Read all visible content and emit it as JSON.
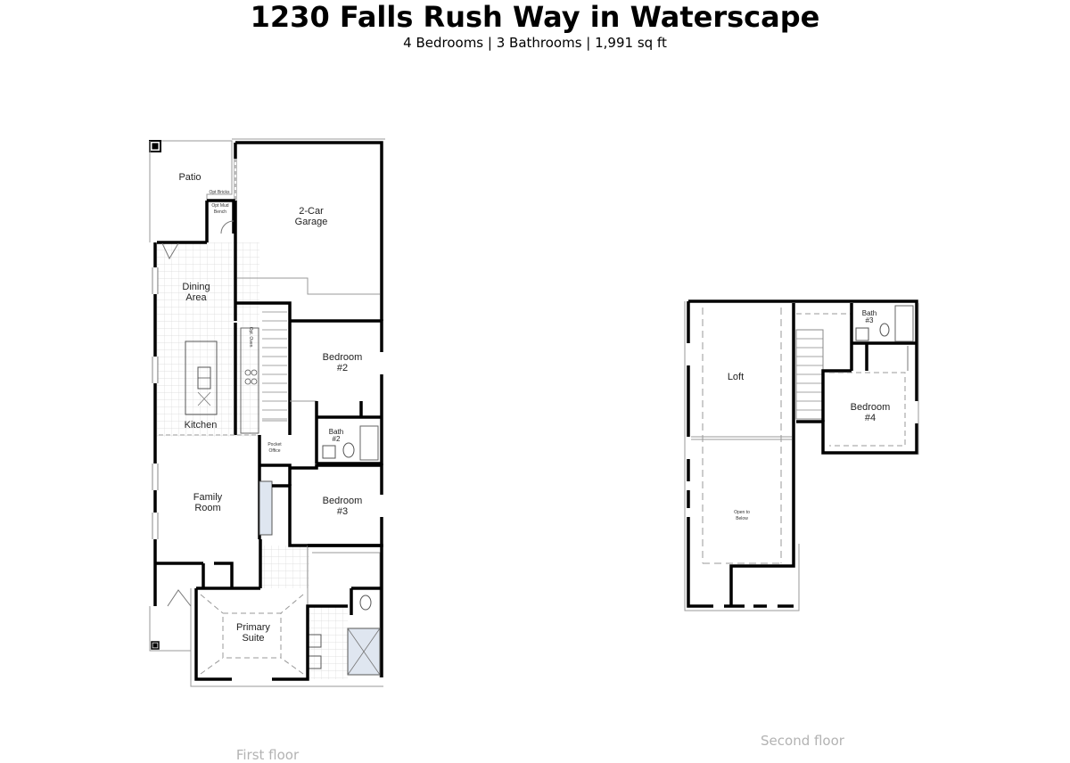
{
  "header": {
    "title": "1230 Falls Rush Way in Waterscape",
    "subtitle": "4 Bedrooms | 3 Bathrooms | 1,991 sq ft"
  },
  "first_floor": {
    "caption": "First floor",
    "rooms": {
      "patio": "Patio",
      "opt_bricks": "Opt Bricks",
      "opt_mud_bench_1": "Opt Mud",
      "opt_mud_bench_2": "Bench",
      "garage_1": "2-Car",
      "garage_2": "Garage",
      "dining_1": "Dining",
      "dining_2": "Area",
      "opt_oven": "Opt. Oven",
      "kitchen": "Kitchen",
      "pocket_office_1": "Pocket",
      "pocket_office_2": "Office",
      "bedroom2_1": "Bedroom",
      "bedroom2_2": "#2",
      "bath2_1": "Bath",
      "bath2_2": "#2",
      "family_1": "Family",
      "family_2": "Room",
      "bedroom3_1": "Bedroom",
      "bedroom3_2": "#3",
      "primary_1": "Primary",
      "primary_2": "Suite"
    }
  },
  "second_floor": {
    "caption": "Second floor",
    "rooms": {
      "loft": "Loft",
      "bath3_1": "Bath",
      "bath3_2": "#3",
      "bedroom4_1": "Bedroom",
      "bedroom4_2": "#4",
      "open_below_1": "Open to",
      "open_below_2": "Below"
    }
  }
}
